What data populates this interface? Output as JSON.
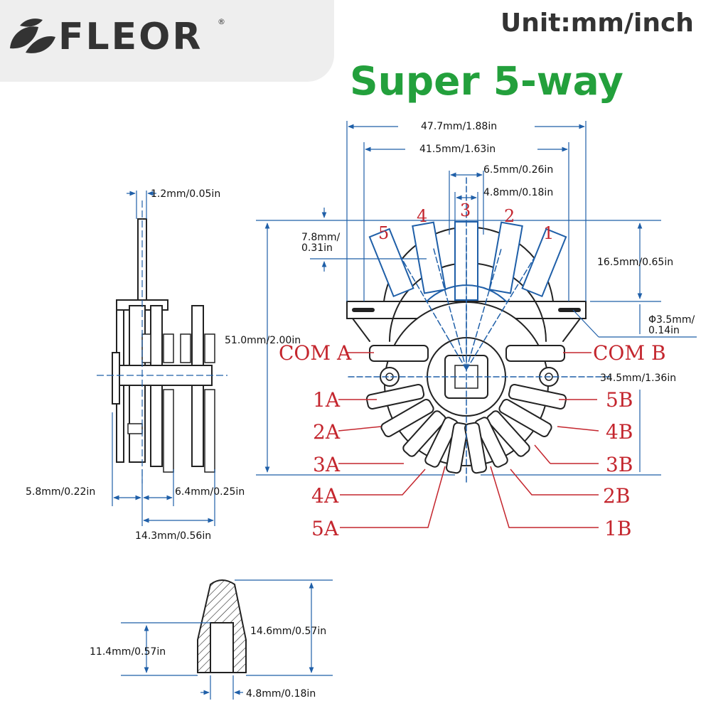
{
  "brand": {
    "name": "FLEOR",
    "registered": "®",
    "icon": "leaf-logo-icon"
  },
  "unit_label": "Unit:mm/inch",
  "title": "Super 5-way",
  "colors": {
    "accent_green": "#23a03c",
    "dimension_blue": "#1f5fa8",
    "pin_red": "#c4262e",
    "outline": "#222222"
  },
  "dimensions": {
    "w_total": "47.7mm/1.88in",
    "w_mount": "41.5mm/1.63in",
    "lever_w": "6.5mm/0.26in",
    "lever_w2": "4.8mm/0.18in",
    "lever_h": "7.8mm/",
    "lever_h_in": "0.31in",
    "top_h": "16.5mm/0.65in",
    "hole": "Φ3.5mm/",
    "hole_in": "0.14in",
    "height": "51.0mm/2.00in",
    "hole_span": "34.5mm/1.36in",
    "plate_t": "1.2mm/0.05in",
    "side_a": "5.8mm/0.22in",
    "side_b": "6.4mm/0.25in",
    "side_total": "14.3mm/0.56in",
    "knob_h": "14.6mm/0.57in",
    "knob_inner": "11.4mm/0.57in",
    "knob_hole": "4.8mm/0.18in"
  },
  "positions": [
    "1",
    "2",
    "3",
    "4",
    "5"
  ],
  "pins_left": [
    "COM A",
    "1A",
    "2A",
    "3A",
    "4A",
    "5A"
  ],
  "pins_right": [
    "COM B",
    "5B",
    "4B",
    "3B",
    "2B",
    "1B"
  ]
}
